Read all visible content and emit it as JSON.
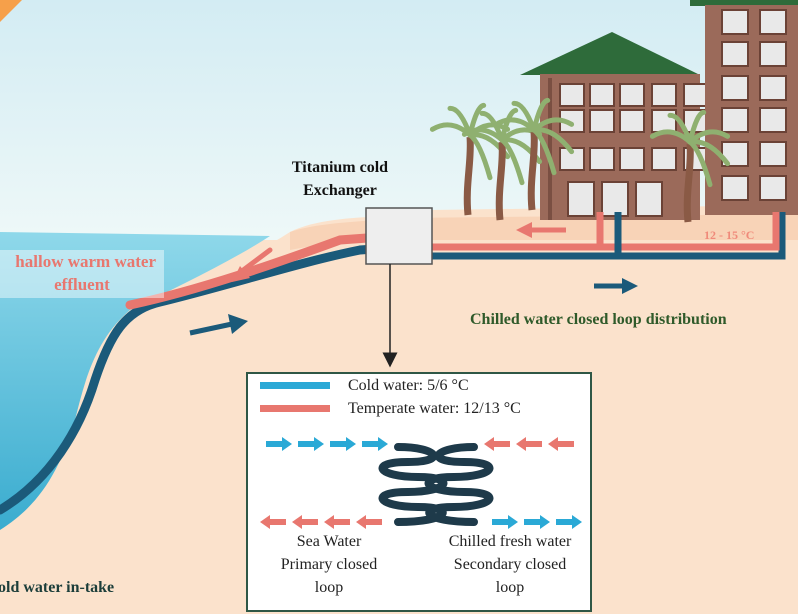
{
  "labels": {
    "exchanger_line1": "Titanium cold",
    "exchanger_line2": "Exchanger",
    "effluent_line1": "hallow warm water",
    "effluent_line2": "effluent",
    "chilled_distribution": "Chilled water closed loop distribution",
    "temp_range": "12 - 15 °C",
    "intake": "old water in-take"
  },
  "legend": {
    "cold_water": "Cold water: 5/6 °C",
    "temperate_water": "Temperate water: 12/13 °C",
    "sea_water_line1": "Sea Water",
    "sea_water_line2": "Primary closed",
    "sea_water_line3": "loop",
    "fresh_water_line1": "Chilled fresh water",
    "fresh_water_line2": "Secondary closed",
    "fresh_water_line3": "loop"
  },
  "colors": {
    "cold": "#2aa9d6",
    "warm": "#e8776f",
    "pipe_dark": "#1b5a7a",
    "sea": "#5cc0dd",
    "sand": "#fbe2cc",
    "building": "#9b6a5a",
    "roof": "#2e6b3a"
  },
  "icons": [
    "sun-icon",
    "palm-tree-icon",
    "building-icon",
    "coil-icon",
    "arrow-icon"
  ]
}
